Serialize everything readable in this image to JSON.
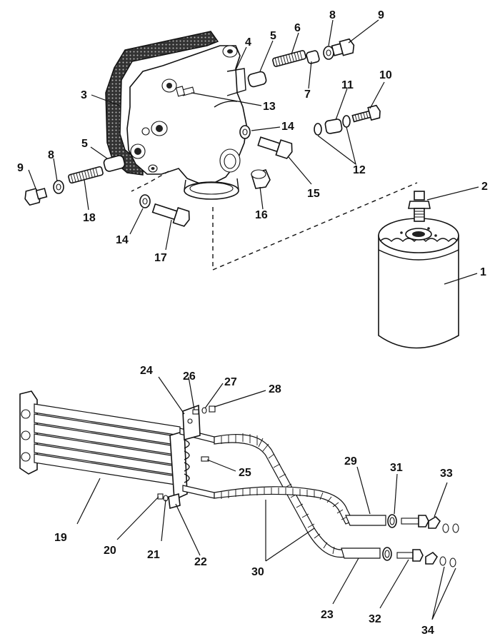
{
  "callouts": [
    {
      "id": "1",
      "text": "1"
    },
    {
      "id": "2",
      "text": "2"
    },
    {
      "id": "3",
      "text": "3"
    },
    {
      "id": "4",
      "text": "4"
    },
    {
      "id": "5a",
      "text": "5"
    },
    {
      "id": "5b",
      "text": "5"
    },
    {
      "id": "6",
      "text": "6"
    },
    {
      "id": "7",
      "text": "7"
    },
    {
      "id": "8a",
      "text": "8"
    },
    {
      "id": "8b",
      "text": "8"
    },
    {
      "id": "9a",
      "text": "9"
    },
    {
      "id": "9b",
      "text": "9"
    },
    {
      "id": "10",
      "text": "10"
    },
    {
      "id": "11",
      "text": "11"
    },
    {
      "id": "12",
      "text": "12"
    },
    {
      "id": "13",
      "text": "13"
    },
    {
      "id": "14a",
      "text": "14"
    },
    {
      "id": "14b",
      "text": "14"
    },
    {
      "id": "15",
      "text": "15"
    },
    {
      "id": "16",
      "text": "16"
    },
    {
      "id": "17",
      "text": "17"
    },
    {
      "id": "18",
      "text": "18"
    },
    {
      "id": "19",
      "text": "19"
    },
    {
      "id": "20",
      "text": "20"
    },
    {
      "id": "21",
      "text": "21"
    },
    {
      "id": "22",
      "text": "22"
    },
    {
      "id": "23",
      "text": "23"
    },
    {
      "id": "24",
      "text": "24"
    },
    {
      "id": "25",
      "text": "25"
    },
    {
      "id": "26",
      "text": "26"
    },
    {
      "id": "27",
      "text": "27"
    },
    {
      "id": "28",
      "text": "28"
    },
    {
      "id": "29",
      "text": "29"
    },
    {
      "id": "30",
      "text": "30"
    },
    {
      "id": "31",
      "text": "31"
    },
    {
      "id": "32",
      "text": "32"
    },
    {
      "id": "33",
      "text": "33"
    },
    {
      "id": "34",
      "text": "34"
    }
  ]
}
